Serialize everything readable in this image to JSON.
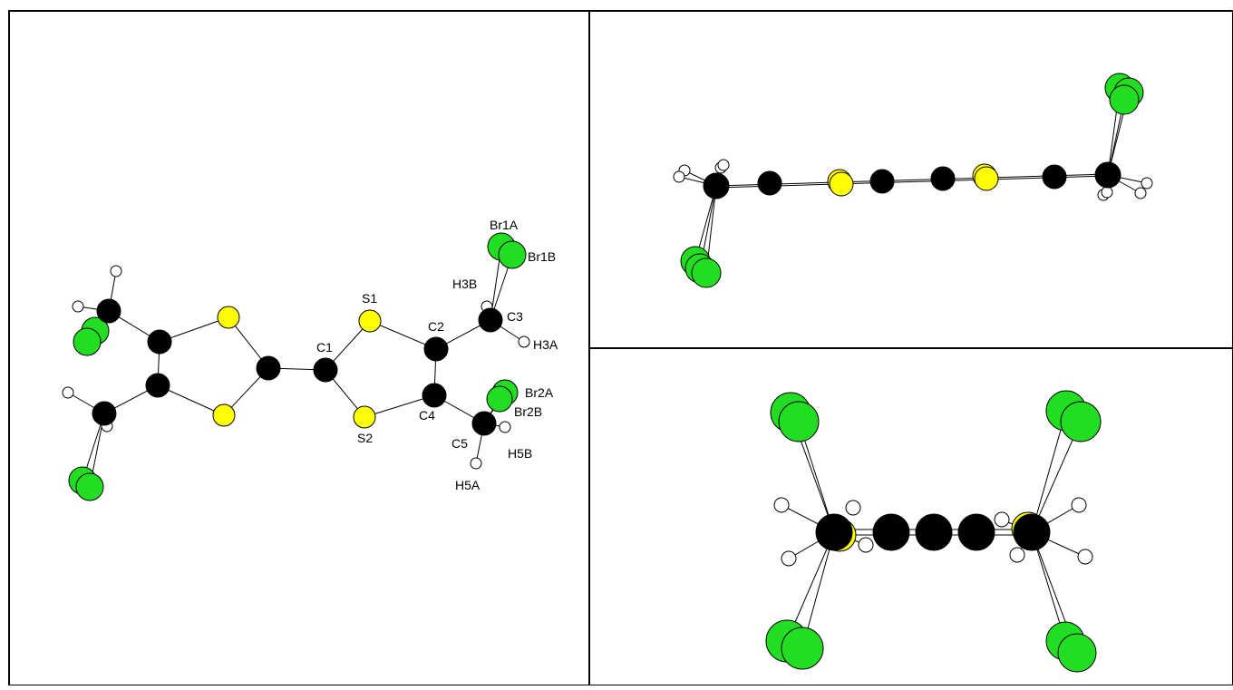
{
  "panels": [
    {
      "id": "main-view"
    },
    {
      "id": "side-view"
    },
    {
      "id": "end-view"
    }
  ],
  "element_colors": {
    "C": "#000000",
    "S": "#ffff00",
    "Br": "#22dd22",
    "H": "#ffffff",
    "outline": "#000000"
  },
  "atom_labels": {
    "Br1A": "Br1A",
    "Br1B": "Br1B",
    "H3B": "H3B",
    "C3": "C3",
    "H3A": "H3A",
    "S1": "S1",
    "C1": "C1",
    "C2": "C2",
    "C4": "C4",
    "S2": "S2",
    "Br2A": "Br2A",
    "Br2B": "Br2B",
    "C5": "C5",
    "H5B": "H5B",
    "H5A": "H5A"
  }
}
